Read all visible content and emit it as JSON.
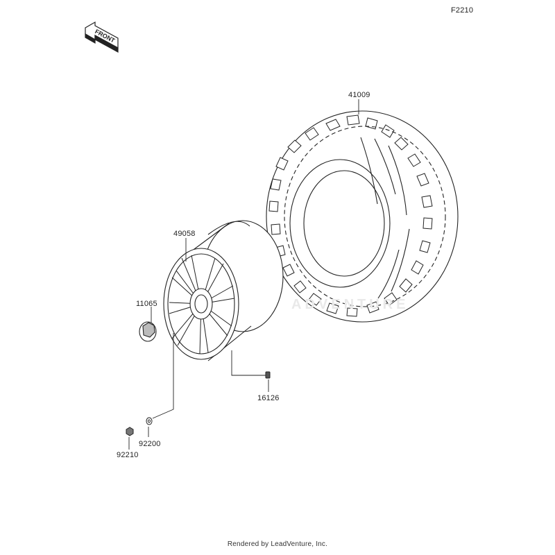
{
  "figure_code": "F2210",
  "front_arrow_label": "FRONT",
  "watermark": "ADVENTURE",
  "parts": [
    {
      "number": "41009",
      "name": "tire"
    },
    {
      "number": "49058",
      "name": "wheel"
    },
    {
      "number": "11065",
      "name": "wheel-cap"
    },
    {
      "number": "16126",
      "name": "air-valve"
    },
    {
      "number": "92200",
      "name": "washer"
    },
    {
      "number": "92210",
      "name": "lug-nut"
    }
  ],
  "footer": "Rendered by LeadVenture, Inc.",
  "colors": {
    "line": "#222222",
    "background": "#ffffff",
    "watermark": "#e9e9e9"
  }
}
